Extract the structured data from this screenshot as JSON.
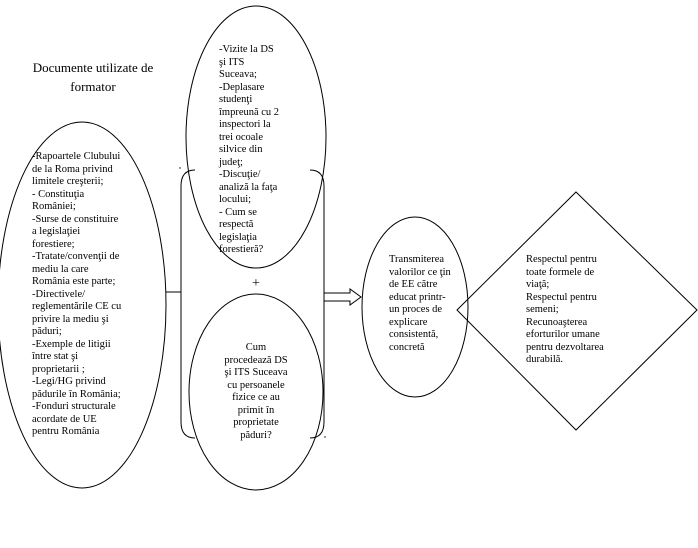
{
  "title": [
    "Documente utilizate de",
    "formator"
  ],
  "documents": [
    "-Rapoartele Clubului",
    "de la Roma privind",
    "limitele creşterii;",
    "- Constituţia",
    "României;",
    "-Surse de constituire",
    "a legislaţiei",
    "forestiere;",
    "-Tratate/convenţii de",
    "mediu la care",
    "România este parte;",
    "-Directivele/",
    "reglementările CE cu",
    "privire la mediu şi",
    "păduri;",
    "-Exemple de litigii",
    "între stat şi",
    "proprietarii ;",
    "-Legi/HG privind",
    "pădurile în România;",
    "-Fonduri structurale",
    "acordate de UE",
    "pentru România"
  ],
  "activities": [
    "-Vizite la DS",
    "şi ITS",
    "Suceava;",
    "-Deplasare",
    "studenţi",
    "împreună cu 2",
    "inspectori la",
    "trei ocoale",
    "silvice din",
    "judeţ;",
    "-Discuţie/",
    "analiză la faţa",
    "locului;",
    "- Cum se",
    "respectă",
    "legislaţia",
    "forestieră?"
  ],
  "plus": "+",
  "question": [
    "Cum",
    "procedează DS",
    "şi ITS Suceava",
    "cu persoanele",
    "fizice ce au",
    "primit în",
    "proprietate",
    "păduri?"
  ],
  "transmission": [
    "Transmiterea",
    "valorilor ce ţin",
    "de EE către",
    "educat printr-",
    "un proces de",
    "explicare",
    "consistentă,",
    "concretă"
  ],
  "values": [
    "Respectul pentru",
    "toate formele de",
    "viaţă;",
    "Respectul pentru",
    "semeni;",
    "Recunoaşterea",
    "eforturilor umane",
    "pentru dezvoltarea",
    "durabilă."
  ]
}
